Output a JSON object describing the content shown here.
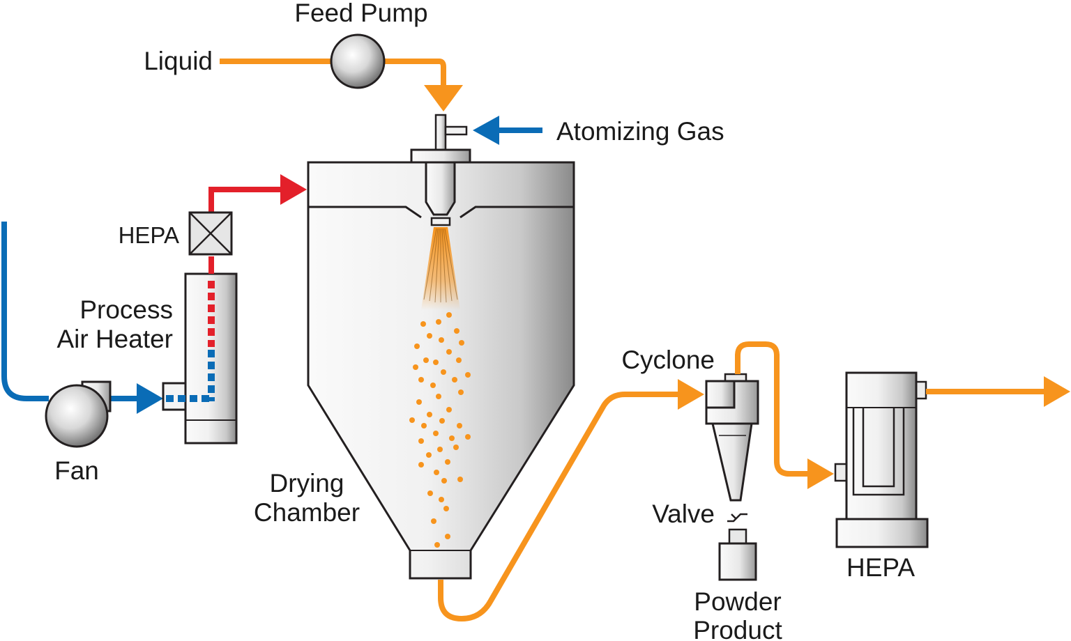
{
  "labels": {
    "feed_pump": "Feed Pump",
    "liquid": "Liquid",
    "atomizing_gas": "Atomizing Gas",
    "hepa_filter_inlet": "HEPA",
    "process_air_heater_line1": "Process",
    "process_air_heater_line2": "Air Heater",
    "fan": "Fan",
    "drying_chamber_line1": "Drying",
    "drying_chamber_line2": "Chamber",
    "cyclone": "Cyclone",
    "valve": "Valve",
    "powder_product_line1": "Powder",
    "powder_product_line2": "Product",
    "hepa_filter_outlet": "HEPA"
  },
  "colors": {
    "liquid_flow": "#f7941d",
    "cold_air": "#0a6cb6",
    "hot_air": "#e3202a",
    "equipment_light": "#f4f4f4",
    "equipment_dark": "#8a8a8a",
    "outline": "#231f20",
    "droplet": "#f7941d"
  }
}
